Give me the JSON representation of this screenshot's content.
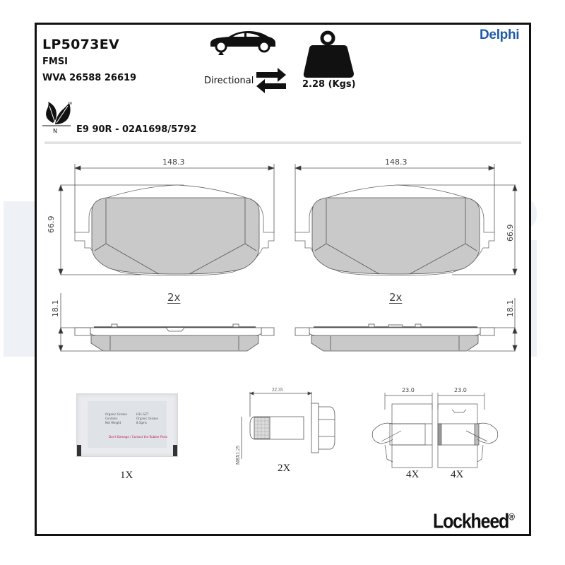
{
  "header": {
    "part_number": "LP5073EV",
    "fmsi_label": "FMSI",
    "wva_label": "WVA 26588 26619",
    "approval": "E9 90R - 02A1698/5792",
    "eco_icon_letter": "N",
    "eco_icon_tm": "TM",
    "axle_icon": "car-front-axle-icon",
    "directional_label": "Directional",
    "directional_icon": "directional-arrows-icon",
    "weight_icon": "weight-icon",
    "weight_label": "2.28 (Kgs)",
    "brand_logo": "Delphi"
  },
  "drawings": {
    "pad_left": {
      "width_dim": "148.3",
      "height_dim": "66.9",
      "thickness_dim": "18.1",
      "qty": "2x"
    },
    "pad_right": {
      "width_dim": "148.3",
      "height_dim": "66.9",
      "thickness_dim": "18.1",
      "qty": "2x"
    }
  },
  "accessories": [
    {
      "name": "grease-sachet",
      "qty": "1X",
      "lines": [
        "Organic Grease",
        "Contains",
        "Net Weight"
      ],
      "values": [
        "H11-SZT",
        "Organic Grease",
        "8.5gms"
      ],
      "warning": "Don't Damage / Contact the Rubber Parts"
    },
    {
      "name": "bolt",
      "qty": "2X",
      "length_dim": "22.35",
      "thread_dim": "M8X1.25"
    },
    {
      "name": "clip-a",
      "qty": "4X",
      "width_dim": "23.0"
    },
    {
      "name": "clip-b",
      "qty": "4X",
      "width_dim": "23.0"
    }
  ],
  "footer": {
    "brand": "Lockheed",
    "registered": "®"
  },
  "colors": {
    "brand_blue": "#1d5aa8",
    "watermark": "#eef1f6",
    "pad_fill": "#c9c9c9",
    "border": "#111111"
  }
}
